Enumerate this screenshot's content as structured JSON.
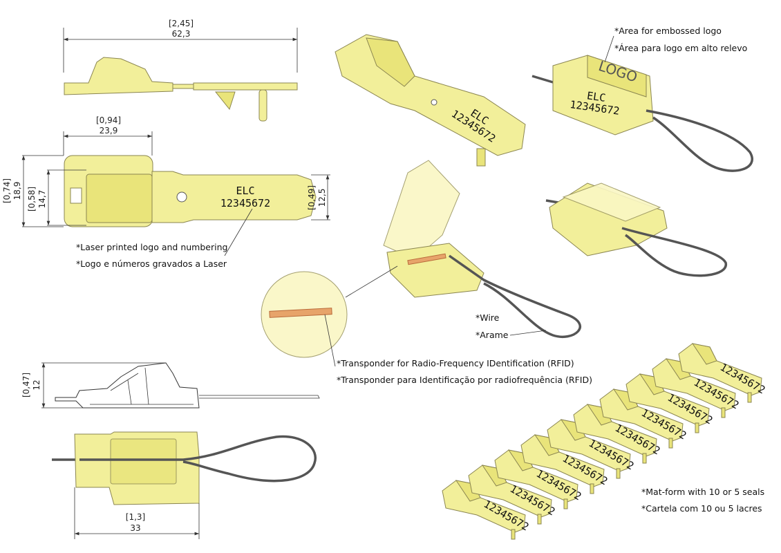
{
  "dimensions": {
    "overall_length": {
      "inch": "[2,45]",
      "mm": "62,3"
    },
    "head_length": {
      "inch": "[0,94]",
      "mm": "23,9"
    },
    "overall_width": {
      "inch": "[0,74]",
      "mm": "18,9"
    },
    "body_width": {
      "inch": "[0,58]",
      "mm": "14,7"
    },
    "tail_width": {
      "inch": "[0,49]",
      "mm": "12,5"
    },
    "height": {
      "inch": "[0,47]",
      "mm": "12"
    },
    "closed_length": {
      "inch": "[1,3]",
      "mm": "33"
    }
  },
  "marking": {
    "brand": "ELC",
    "number": "12345672",
    "logo": "LOGO"
  },
  "notes": {
    "laser_en": "*Laser printed logo and numbering",
    "laser_pt": "*Logo e números gravados a Laser",
    "logo_en": "*Area for embossed logo",
    "logo_pt": "*Área para logo em alto relevo",
    "wire_en": "*Wire",
    "wire_pt": "*Arame",
    "rfid_en": "*Transponder for Radio-Frequency IDentification (RFID)",
    "rfid_pt": "*Transponder para Identificação por radiofrequência (RFID)",
    "mat_en": "*Mat-form with 10 or 5 seals",
    "mat_pt": "*Cartela com 10 ou 5 lacres"
  },
  "colors": {
    "part": "#f2ef9a",
    "rfid": "#e7a46a",
    "wire": "#555555"
  }
}
